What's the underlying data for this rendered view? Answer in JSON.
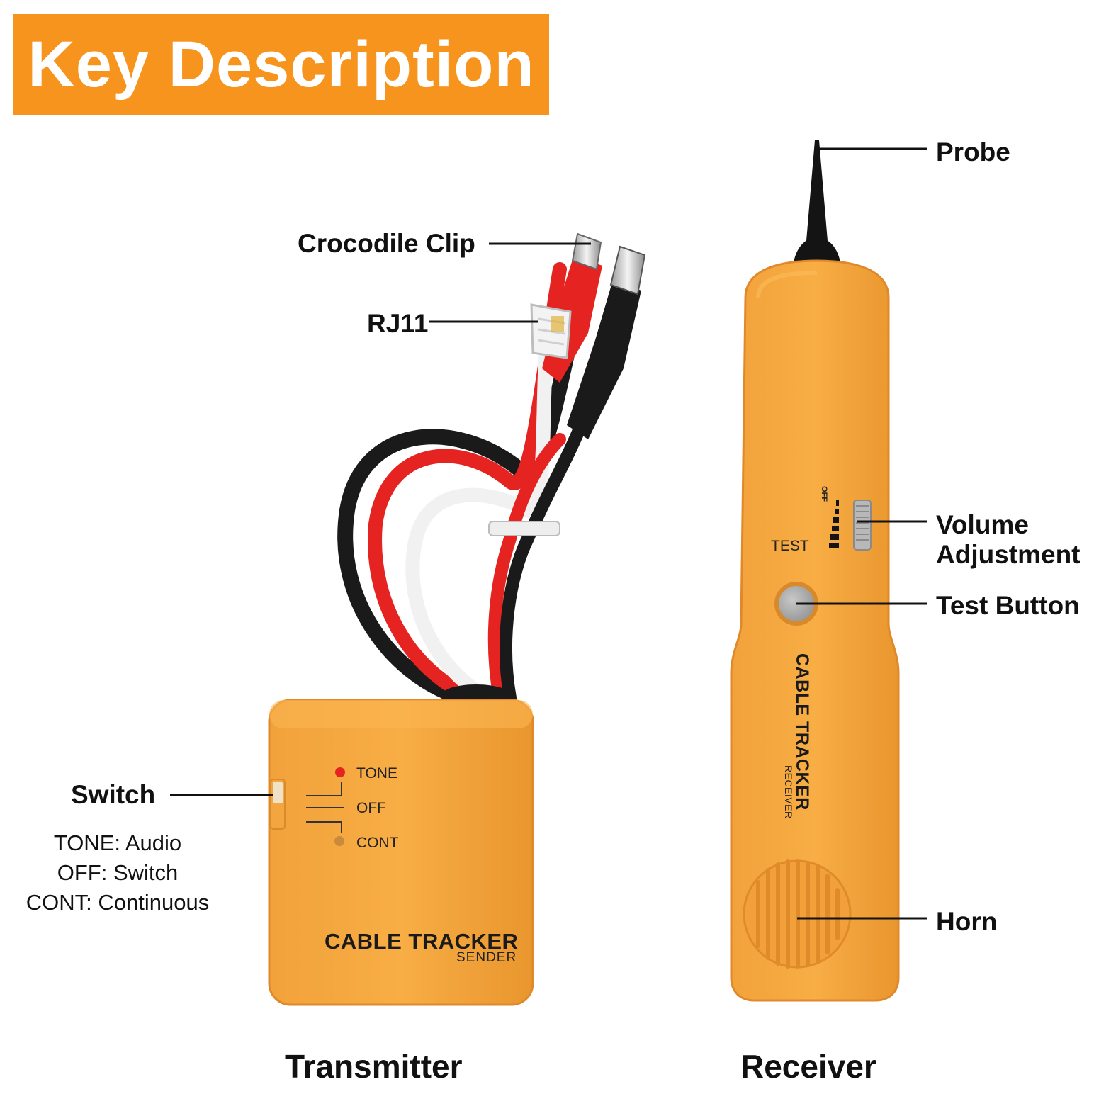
{
  "header": {
    "title": "Key Description"
  },
  "colors": {
    "header_bg": "#f7941d",
    "device_body": "#f7a73c",
    "device_edge": "#e8922a",
    "label_text": "#111111",
    "wire_red": "#e52421",
    "wire_black": "#1a1a1a",
    "wire_white": "#ffffff",
    "led_red": "#e52421",
    "led_amber": "#c98a3c",
    "button_gray": "#a9a9a9"
  },
  "transmitter": {
    "caption": "Transmitter",
    "labels": {
      "crocodile_clip": "Crocodile Clip",
      "rj11": "RJ11",
      "switch": "Switch"
    },
    "switch_modes": [
      "TONE: Audio",
      "OFF: Switch",
      "CONT: Continuous"
    ],
    "device_text": {
      "tone": "TONE",
      "off": "OFF",
      "cont": "CONT",
      "brand": "CABLE TRACKER",
      "model": "SENDER"
    }
  },
  "receiver": {
    "caption": "Receiver",
    "labels": {
      "probe": "Probe",
      "volume_line1": "Volume",
      "volume_line2": "Adjustment",
      "test_button": "Test Button",
      "horn": "Horn"
    },
    "device_text": {
      "test": "TEST",
      "off": "OFF",
      "brand": "CABLE TRACKER",
      "model": "RECEIVER"
    }
  }
}
